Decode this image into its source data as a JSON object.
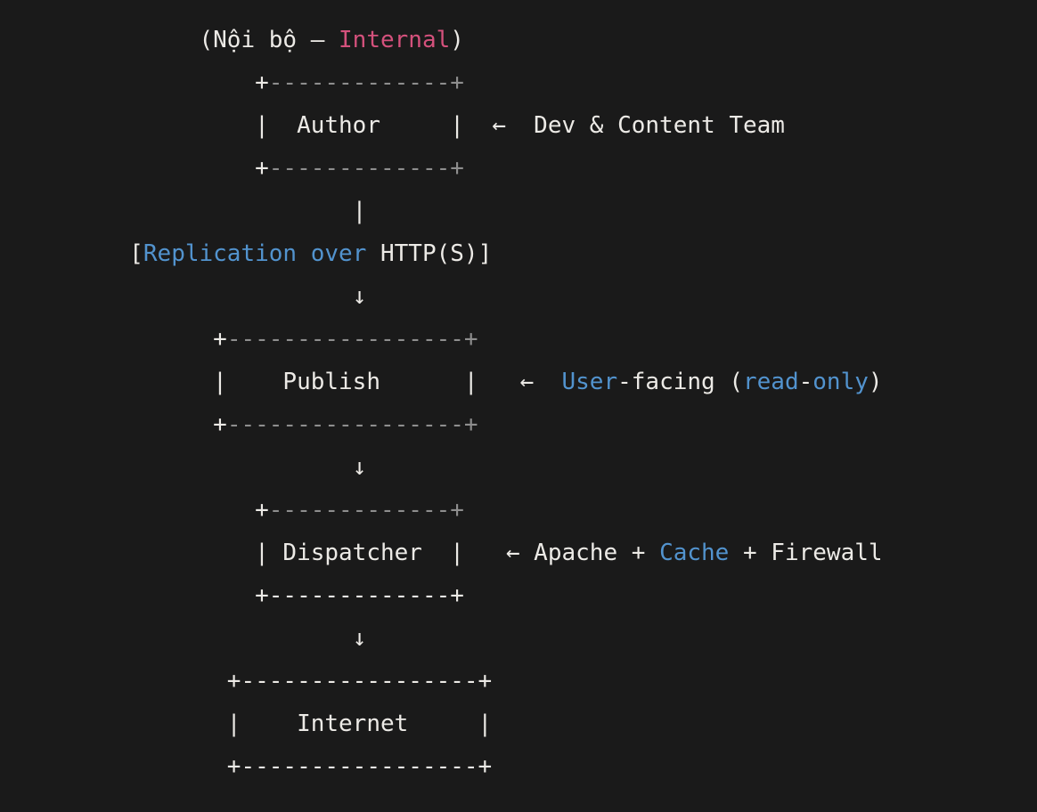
{
  "colors": {
    "background": "#1a1a1a",
    "foreground": "#eceae6",
    "muted_border": "#8e8e8e",
    "pink": "#d4517c",
    "blue": "#5293ce"
  },
  "diagram": {
    "title_text": "(Nội bộ – Internal)",
    "nodes": [
      "Author",
      "Publish",
      "Dispatcher",
      "Internet"
    ],
    "annotations": [
      "Dev & Content Team",
      "User-facing (read-only)",
      "Apache + Cache + Firewall"
    ],
    "transport_label": "[Replication over HTTP(S)]",
    "lines": [
      {
        "name": "title-line",
        "segments": [
          {
            "style": "fg",
            "text": "             (Nội bộ – "
          },
          {
            "style": "pink",
            "text": "Internal"
          },
          {
            "style": "fg",
            "text": ")"
          }
        ]
      },
      {
        "name": "author-box-top",
        "segments": [
          {
            "style": "fg",
            "text": "                 +"
          },
          {
            "style": "muted",
            "text": "-------------+"
          }
        ]
      },
      {
        "name": "author-box-row",
        "segments": [
          {
            "style": "fg",
            "text": "                 |  Author     |  ←  Dev & Content Team"
          }
        ]
      },
      {
        "name": "author-box-bottom",
        "segments": [
          {
            "style": "fg",
            "text": "                 +"
          },
          {
            "style": "muted",
            "text": "-------------+"
          }
        ]
      },
      {
        "name": "replication-connector",
        "segments": [
          {
            "style": "fg",
            "text": "                        |"
          }
        ]
      },
      {
        "name": "replication-label",
        "segments": [
          {
            "style": "fg",
            "text": "        ["
          },
          {
            "style": "blue",
            "text": "Replication over"
          },
          {
            "style": "fg",
            "text": " HTTP(S)]"
          }
        ]
      },
      {
        "name": "arrow-down-1",
        "segments": [
          {
            "style": "fg",
            "text": "                        ↓"
          }
        ]
      },
      {
        "name": "publish-box-top",
        "segments": [
          {
            "style": "fg",
            "text": "              +"
          },
          {
            "style": "muted",
            "text": "-----------------+"
          }
        ]
      },
      {
        "name": "publish-box-row",
        "segments": [
          {
            "style": "fg",
            "text": "              |    Publish      |   ←  "
          },
          {
            "style": "blue",
            "text": "User"
          },
          {
            "style": "fg",
            "text": "-facing ("
          },
          {
            "style": "blue",
            "text": "read"
          },
          {
            "style": "fg",
            "text": "-"
          },
          {
            "style": "blue",
            "text": "only"
          },
          {
            "style": "fg",
            "text": ")"
          }
        ]
      },
      {
        "name": "publish-box-bottom",
        "segments": [
          {
            "style": "fg",
            "text": "              +"
          },
          {
            "style": "muted",
            "text": "-----------------+"
          }
        ]
      },
      {
        "name": "arrow-down-2",
        "segments": [
          {
            "style": "fg",
            "text": "                        ↓"
          }
        ]
      },
      {
        "name": "dispatcher-box-top",
        "segments": [
          {
            "style": "fg",
            "text": "                 +"
          },
          {
            "style": "muted",
            "text": "-------------+"
          }
        ]
      },
      {
        "name": "dispatcher-box-row",
        "segments": [
          {
            "style": "fg",
            "text": "                 | Dispatcher  |   ← Apache + "
          },
          {
            "style": "blue",
            "text": "Cache"
          },
          {
            "style": "fg",
            "text": " + Firewall"
          }
        ]
      },
      {
        "name": "dispatcher-box-bottom",
        "segments": [
          {
            "style": "fg",
            "text": "                 +-------------+"
          }
        ]
      },
      {
        "name": "arrow-down-3",
        "segments": [
          {
            "style": "fg",
            "text": "                        ↓"
          }
        ]
      },
      {
        "name": "internet-box-top",
        "segments": [
          {
            "style": "fg",
            "text": "               +-----------------+"
          }
        ]
      },
      {
        "name": "internet-box-row",
        "segments": [
          {
            "style": "fg",
            "text": "               |    Internet     |"
          }
        ]
      },
      {
        "name": "internet-box-bottom",
        "segments": [
          {
            "style": "fg",
            "text": "               +-----------------+"
          }
        ]
      }
    ]
  }
}
